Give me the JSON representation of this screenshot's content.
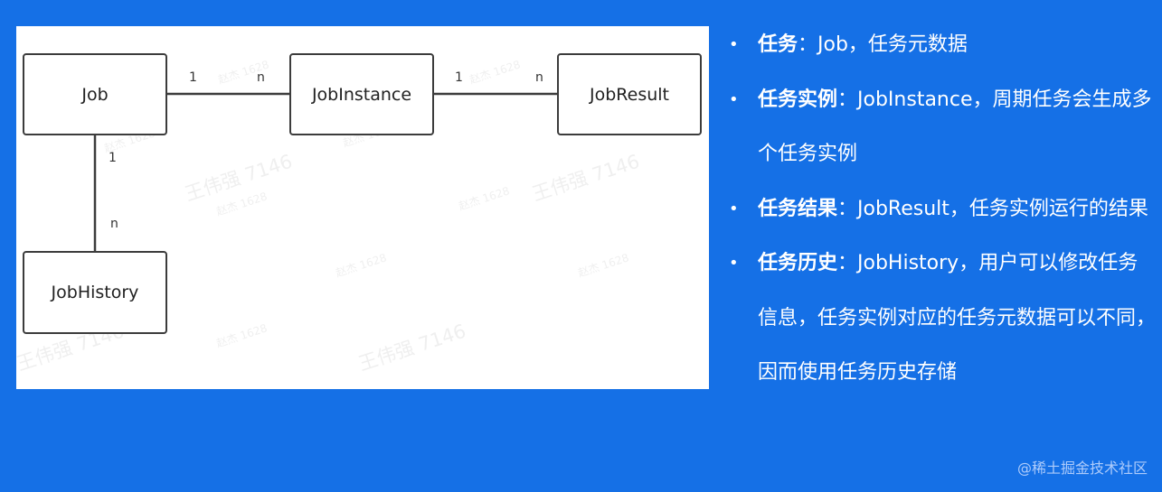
{
  "diagram": {
    "entities": {
      "job": "Job",
      "job_instance": "JobInstance",
      "job_result": "JobResult",
      "job_history": "JobHistory"
    },
    "cardinalities": {
      "job_to_instance": {
        "from": "1",
        "to": "n"
      },
      "instance_to_result": {
        "from": "1",
        "to": "n"
      },
      "job_to_history": {
        "from": "1",
        "to": "n"
      }
    },
    "watermarks": {
      "big": "王伟强 7146",
      "small": "赵杰 1628"
    }
  },
  "bullets": [
    {
      "term": "任务",
      "description": "：Job，任务元数据"
    },
    {
      "term": "任务实例",
      "description": "：JobInstance，周期任务会生成多个任务实例"
    },
    {
      "term": "任务结果",
      "description": "：JobResult，任务实例运行的结果"
    },
    {
      "term": "任务历史",
      "description": "：JobHistory，用户可以修改任务信息，任务实例对应的任务元数据可以不同，因而使用任务历史存储"
    }
  ],
  "bullet_glyph": "•",
  "credit": "@稀土掘金技术社区",
  "colors": {
    "background": "#1570e6",
    "panel": "#ffffff",
    "entity_border": "#3c3c3c"
  }
}
